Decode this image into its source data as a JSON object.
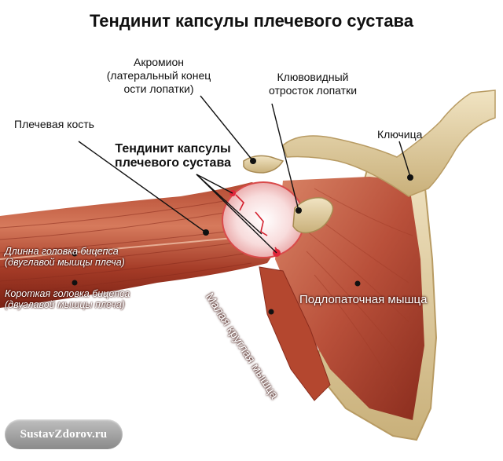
{
  "title": "Тендинит капсулы плечевого сустава",
  "labels": {
    "acromion": [
      "Акромион",
      "(латеральный конец",
      "ости лопатки)"
    ],
    "coracoid": [
      "Клювовидный",
      "отросток лопатки"
    ],
    "humerus": "Плечевая кость",
    "clavicle": "Ключица",
    "tendinitis": [
      "Тендинит капсулы",
      "плечевого сустава"
    ],
    "biceps_long": [
      "Длинна головка бицепса",
      "(двуглавой мышцы плеча)"
    ],
    "biceps_short": [
      "Короткая головка бицепса",
      "(двуглавой мышцы плеча)"
    ],
    "subscapularis": "Подлопаточная мышца",
    "teres_minor": "Малая круглая мышца"
  },
  "watermark": "SustavZdorov.ru",
  "colors": {
    "muscle_dark": "#8e2a1c",
    "muscle_mid": "#c35a3f",
    "muscle_light": "#dd8a6c",
    "bone": "#e6d3a6",
    "inflamed": "#e0263a"
  }
}
